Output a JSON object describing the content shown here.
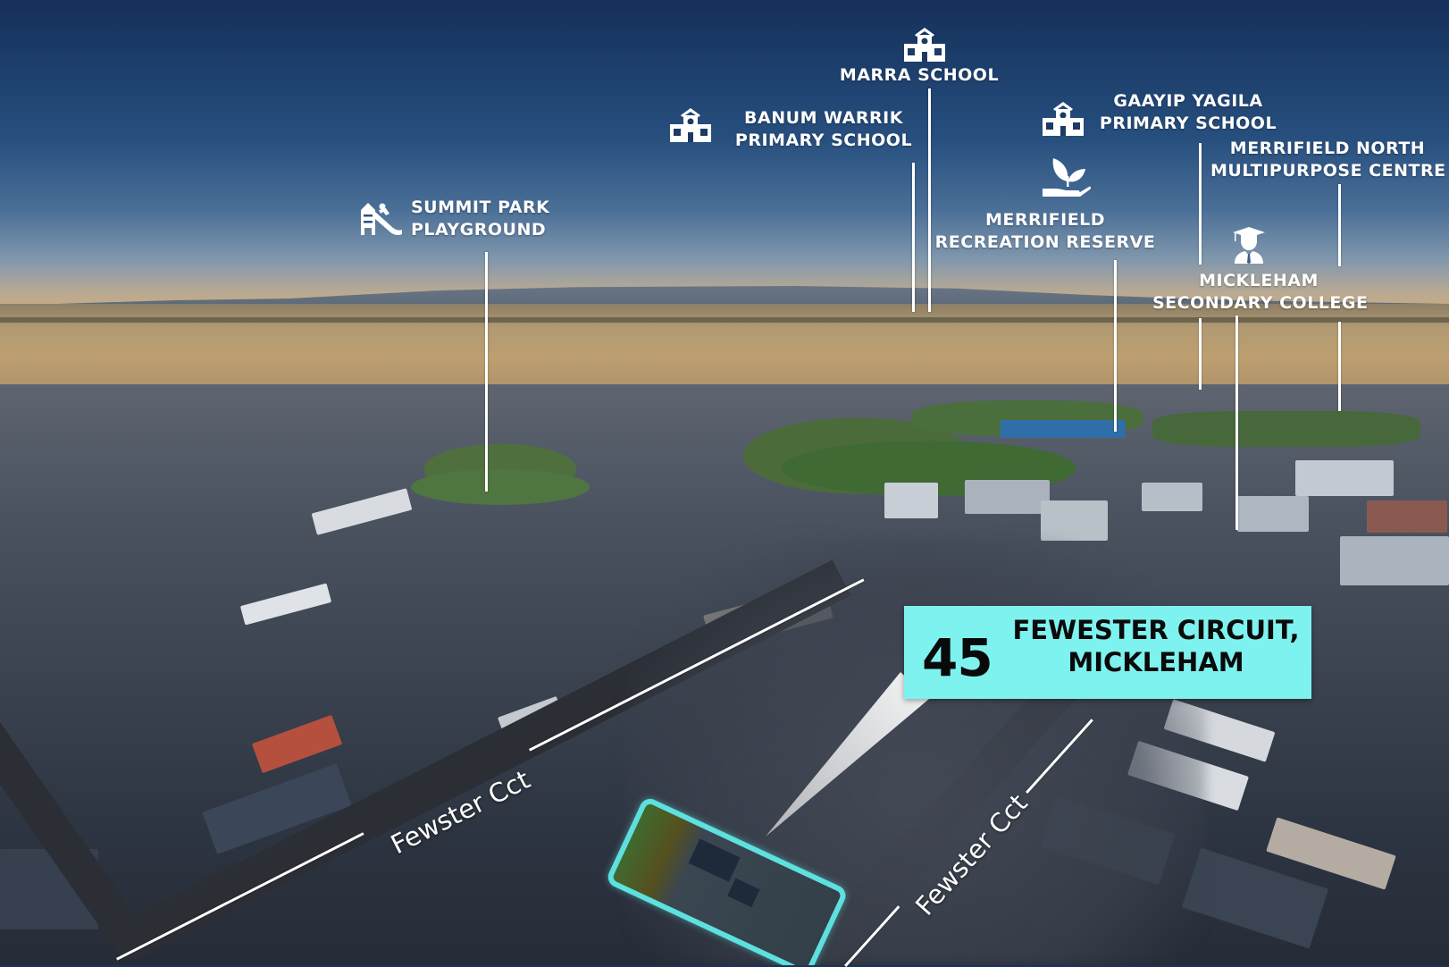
{
  "map": {
    "type": "aerial-property-location-map",
    "colors": {
      "callout_bg": "#7ef2ee",
      "lot_outline": "#5ee0df",
      "label_text": "#ffffff",
      "sky_top": "#15305a"
    },
    "property": {
      "number": "45",
      "street": "FEWESTER CIRCUIT,",
      "suburb": "MICKLEHAM"
    },
    "roads": [
      {
        "label": "Fewster Cct"
      },
      {
        "label": "Fewster Cct"
      }
    ],
    "pois": [
      {
        "icon": "school-icon",
        "line1": "MARRA SCHOOL",
        "line2": ""
      },
      {
        "icon": "school-icon",
        "line1": "BANUM WARRIK",
        "line2": "PRIMARY SCHOOL"
      },
      {
        "icon": "school-icon",
        "line1": "GAAYIP YAGILA",
        "line2": "PRIMARY SCHOOL"
      },
      {
        "icon": "",
        "line1": "MERRIFIELD NORTH",
        "line2": "MULTIPURPOSE CENTRE"
      },
      {
        "icon": "plant-in-hand-icon",
        "line1": "MERRIFIELD",
        "line2": "RECREATION RESERVE"
      },
      {
        "icon": "playground-slide-icon",
        "line1": "SUMMIT PARK",
        "line2": "PLAYGROUND"
      },
      {
        "icon": "graduate-icon",
        "line1": "MICKLEHAM",
        "line2": "SECONDARY COLLEGE"
      }
    ]
  }
}
